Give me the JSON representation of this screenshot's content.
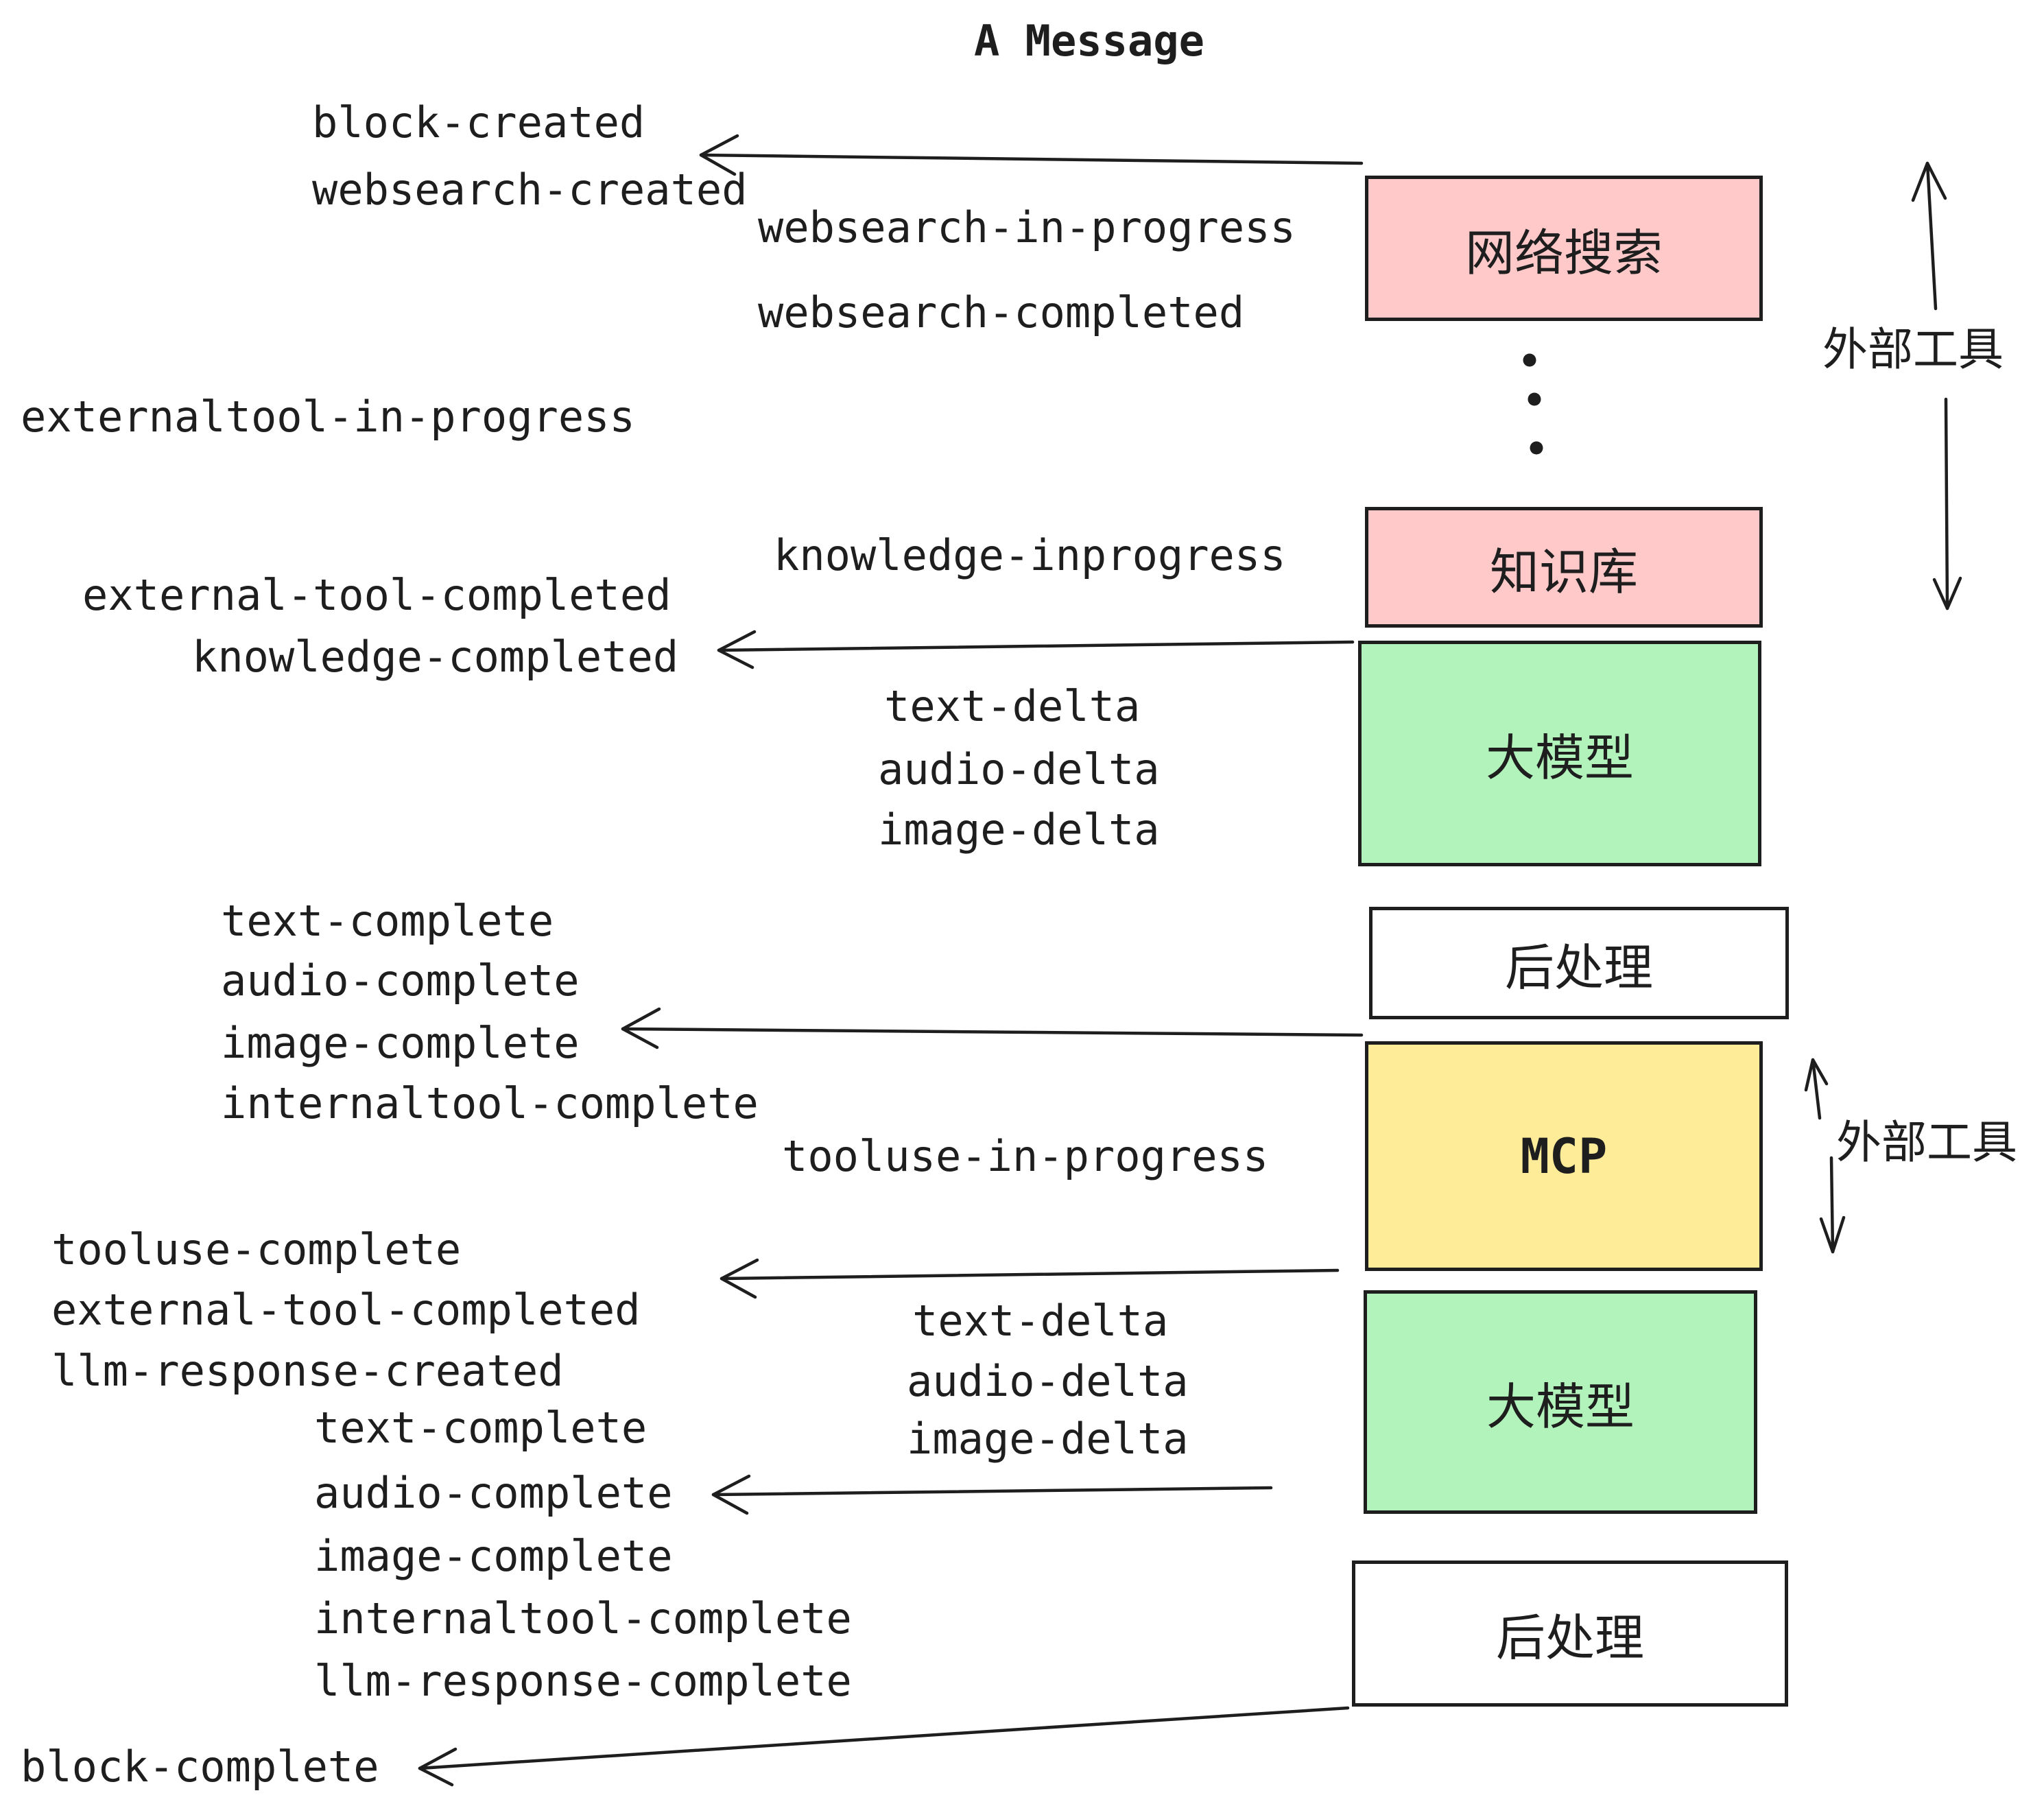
{
  "title": "A Message",
  "colors": {
    "ink": "#1e1e1e",
    "background": "#ffffff",
    "pink": "#FFC9C9",
    "green": "#B2F2BB",
    "yellow": "#FFEC99",
    "white": "#FFFFFF"
  },
  "boxes": {
    "websearch": {
      "label": "网络搜索",
      "fill": "#FFC9C9"
    },
    "knowledge": {
      "label": "知识库",
      "fill": "#FFC9C9"
    },
    "llm_top": {
      "label": "大模型",
      "fill": "#B2F2BB"
    },
    "post_top": {
      "label": "后处理",
      "fill": "#FFFFFF"
    },
    "mcp": {
      "label": "MCP",
      "fill": "#FFEC99"
    },
    "llm_bottom": {
      "label": "大模型",
      "fill": "#B2F2BB"
    },
    "post_bottom": {
      "label": "后处理",
      "fill": "#FFFFFF"
    }
  },
  "side_labels": {
    "external_tool_top": "外部工具",
    "external_tool_bottom": "外部工具"
  },
  "events": {
    "block_created": "block-created",
    "websearch_created": "websearch-created",
    "websearch_in_progress": "websearch-in-progress",
    "websearch_completed": "websearch-completed",
    "externaltool_in_progress": "externaltool-in-progress",
    "knowledge_inprogress": "knowledge-inprogress",
    "external_tool_completed": "external-tool-completed",
    "knowledge_completed": "knowledge-completed",
    "text_delta": "text-delta",
    "audio_delta": "audio-delta",
    "image_delta": "image-delta",
    "text_complete": "text-complete",
    "audio_complete": "audio-complete",
    "image_complete": "image-complete",
    "internaltool_complete": "internaltool-complete",
    "tooluse_in_progress": "tooluse-in-progress",
    "tooluse_complete": "tooluse-complete",
    "llm_response_created": "llm-response-created",
    "llm_response_complete": "llm-response-complete",
    "block_complete": "block-complete"
  }
}
